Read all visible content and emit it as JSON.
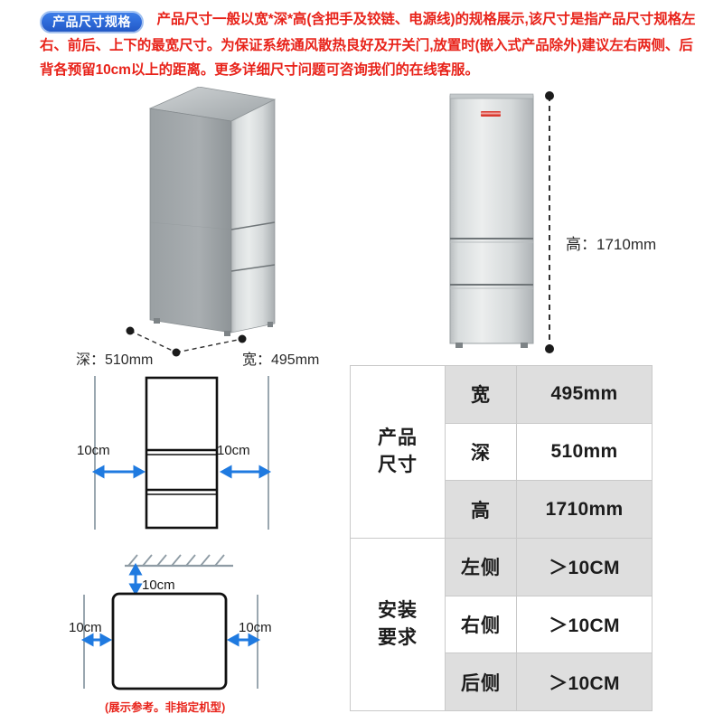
{
  "header": {
    "badge": "产品尺寸规格",
    "intro": "产品尺寸一般以宽*深*高(含把手及铰链、电源线)的规格展示,该尺寸是指产品尺寸规格左右、前后、上下的最宽尺寸。为保证系统通风散热良好及开关门,放置时(嵌入式产品除外)建议左右两侧、后背各预留10cm以上的距离。更多详细尺寸问题可咨询我们的在线客服。",
    "badge_color": "#2f6ddb",
    "text_color": "#e8231a"
  },
  "diagram_perspective": {
    "depth_label": "深：510mm",
    "width_label": "宽：495mm"
  },
  "diagram_front": {
    "height_label": "高：1710mm"
  },
  "clearance_front_view": {
    "left_label": "10cm",
    "right_label": "10cm"
  },
  "clearance_top_view": {
    "top_label": "10cm",
    "left_label": "10cm",
    "right_label": "10cm",
    "footnote": "(展示参考。非指定机型)"
  },
  "spec_table": {
    "groups": [
      {
        "name": "产品\n尺寸",
        "name_line1": "产品",
        "name_line2": "尺寸",
        "rows": [
          {
            "key": "宽",
            "value": "495mm"
          },
          {
            "key": "深",
            "value": "510mm"
          },
          {
            "key": "高",
            "value": "1710mm"
          }
        ]
      },
      {
        "name": "安装\n要求",
        "name_line1": "安装",
        "name_line2": "要求",
        "rows": [
          {
            "key": "左侧",
            "value": "＞10CM"
          },
          {
            "key": "右侧",
            "value": "＞10CM"
          },
          {
            "key": "后侧",
            "value": "＞10CM"
          }
        ]
      }
    ]
  },
  "colors": {
    "arrow_blue": "#1f7ae0",
    "guide_gray": "#9aa7b0",
    "table_border": "#c9c9c9",
    "table_shade": "#dedede"
  }
}
